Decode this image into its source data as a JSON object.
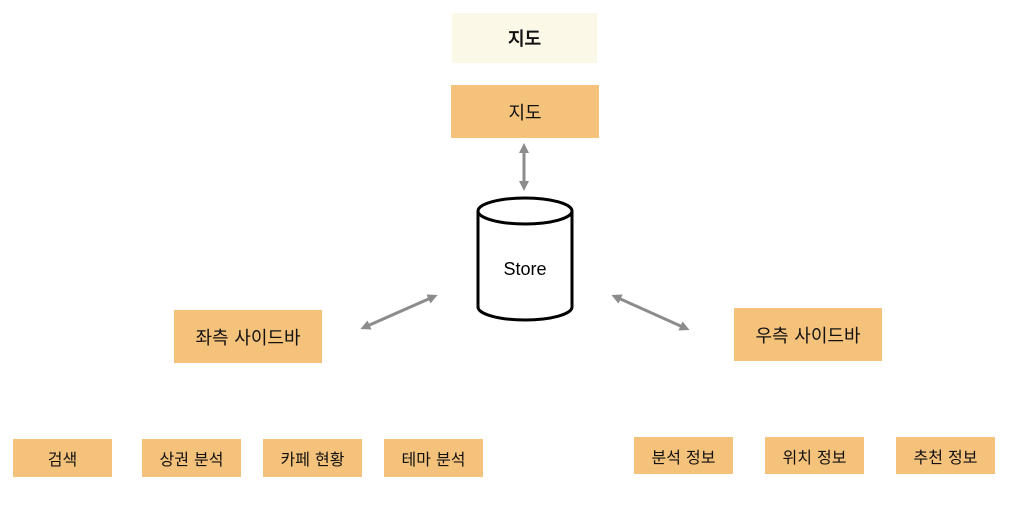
{
  "nodes": {
    "map_title": "지도",
    "map": "지도",
    "store": "Store",
    "left_sidebar": "좌측 사이드바",
    "right_sidebar": "우측 사이드바"
  },
  "left_children": [
    "검색",
    "상권 분석",
    "카페 현황",
    "테마 분석"
  ],
  "right_children": [
    "분석 정보",
    "위치 정보",
    "추천 정보"
  ],
  "colors": {
    "box_fill": "#F5C27C",
    "title_fill": "#FCF8E8",
    "arrow": "#8C8C8C",
    "store_stroke": "#000000"
  }
}
